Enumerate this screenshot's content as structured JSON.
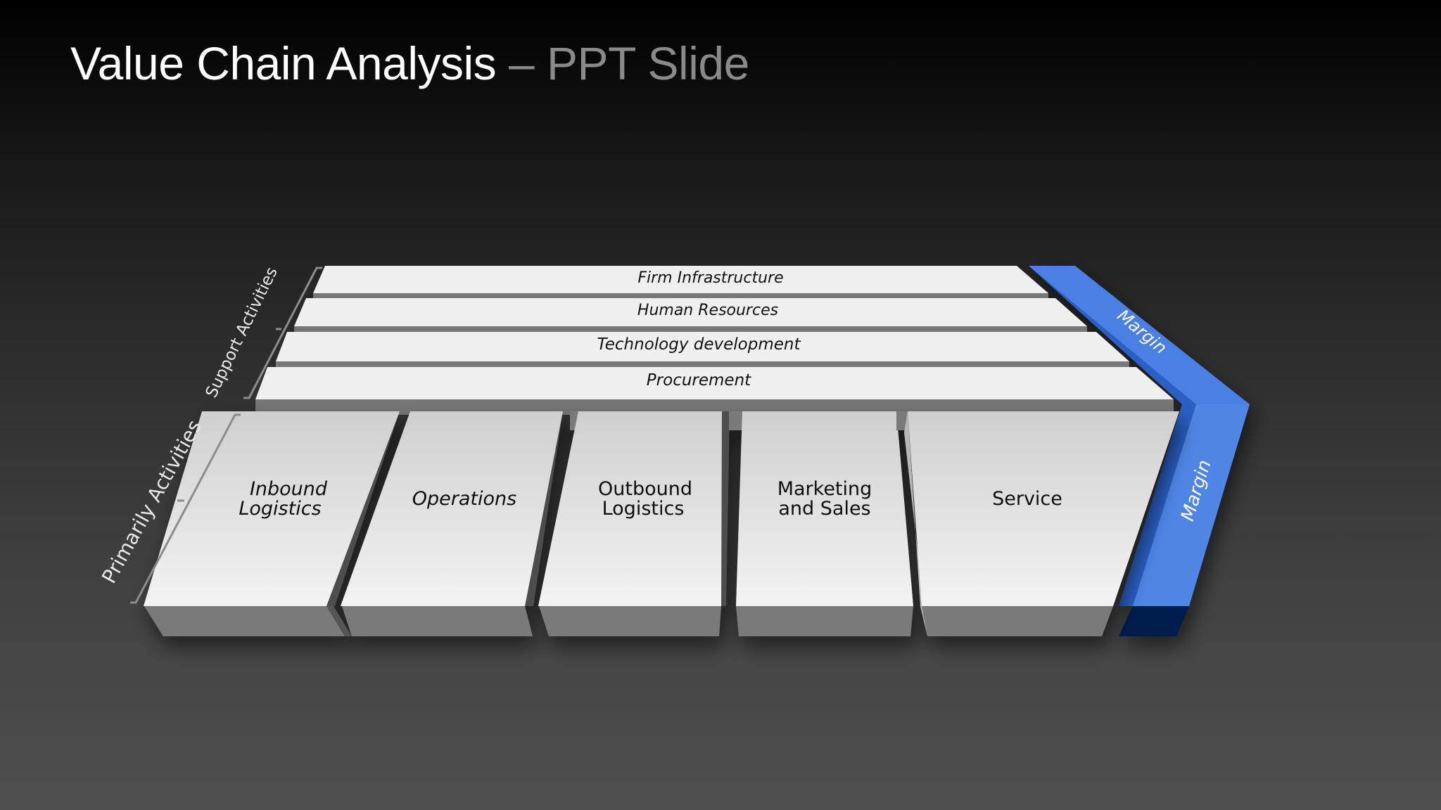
{
  "slide": {
    "title_main": "Value Chain Analysis",
    "title_sep": " – ",
    "title_sub": "PPT Slide"
  },
  "support": {
    "group_label": "Support  Activities",
    "items": [
      {
        "label": "Firm Infrastructure"
      },
      {
        "label": "Human Resources"
      },
      {
        "label": "Technology development"
      },
      {
        "label": "Procurement"
      }
    ]
  },
  "primary": {
    "group_label": "Primarily Activities",
    "items": [
      {
        "line1": "Inbound",
        "line2": "Logistics",
        "italic": true
      },
      {
        "line1": "Operations",
        "line2": "",
        "italic": true
      },
      {
        "line1": "Outbound",
        "line2": "Logistics",
        "italic": false
      },
      {
        "line1": "Marketing",
        "line2": "and Sales",
        "italic": false
      },
      {
        "line1": "Service",
        "line2": "",
        "italic": false
      }
    ]
  },
  "margin": {
    "top_label": "Margin",
    "side_label": "Margin"
  },
  "colors": {
    "margin_blue": "#4f86e6",
    "margin_dark": "#2b5fc4",
    "margin_navy": "#001c4d",
    "bar_face": "#efefef",
    "bar_edge": "#7a7a7a"
  }
}
